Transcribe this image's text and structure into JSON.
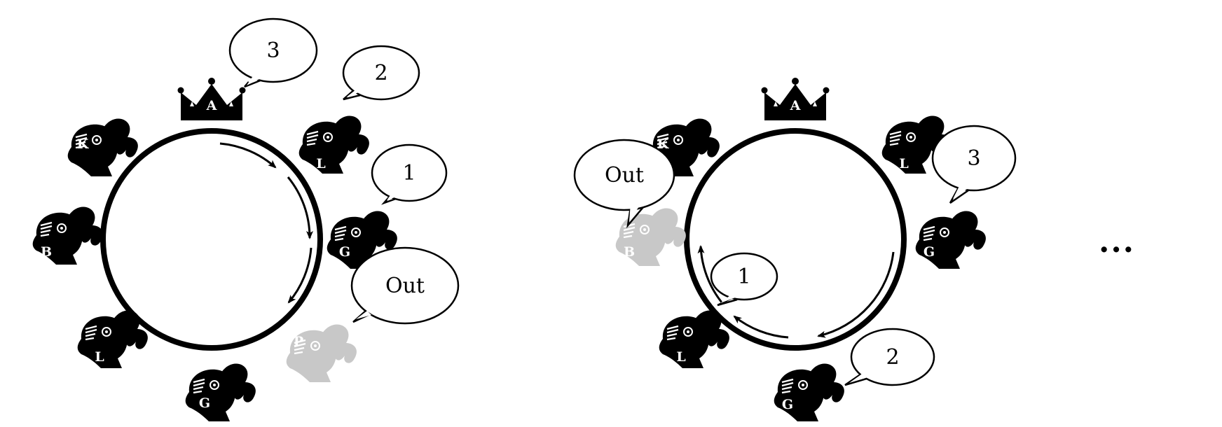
{
  "scenes": [
    {
      "crown": {
        "letter": "A"
      },
      "knights": [
        {
          "letter": "L",
          "faded": false
        },
        {
          "letter": "G",
          "faded": false
        },
        {
          "letter": "P",
          "faded": true
        },
        {
          "letter": "G",
          "faded": false
        },
        {
          "letter": "L",
          "faded": false
        },
        {
          "letter": "B",
          "faded": false
        },
        {
          "letter": "K",
          "faded": false
        }
      ],
      "bubbles": [
        {
          "text": "3"
        },
        {
          "text": "2"
        },
        {
          "text": "1"
        },
        {
          "text": "Out"
        }
      ]
    },
    {
      "crown": {
        "letter": "A"
      },
      "knights": [
        {
          "letter": "L",
          "faded": false
        },
        {
          "letter": "G",
          "faded": false
        },
        {
          "letter": "G",
          "faded": false
        },
        {
          "letter": "L",
          "faded": false
        },
        {
          "letter": "B",
          "faded": true
        },
        {
          "letter": "K",
          "faded": false
        }
      ],
      "bubbles": [
        {
          "text": "3"
        },
        {
          "text": "2"
        },
        {
          "text": "1"
        },
        {
          "text": "Out"
        }
      ]
    }
  ],
  "ellipsis": "..."
}
